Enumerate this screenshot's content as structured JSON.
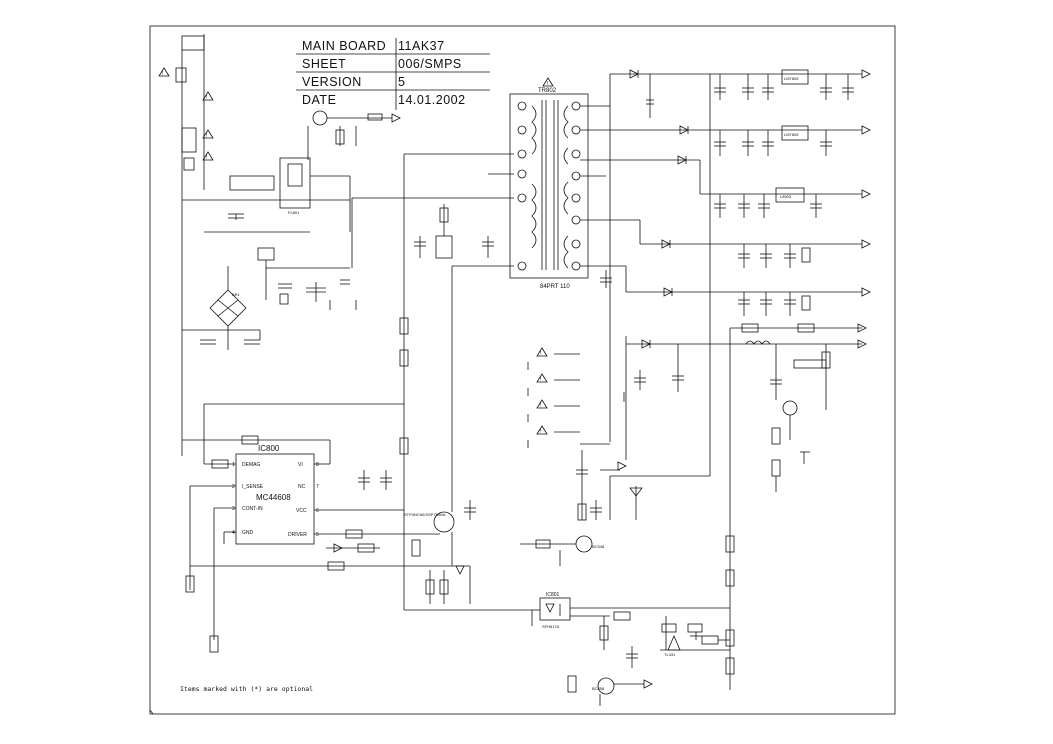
{
  "title_block": {
    "rows": [
      {
        "key": "MAIN BOARD",
        "value": "11AK37"
      },
      {
        "key": "SHEET",
        "value": "006/SMPS"
      },
      {
        "key": "VERSION",
        "value": "5"
      },
      {
        "key": "DATE",
        "value": "14.01.2002"
      }
    ]
  },
  "labels": {
    "transformer": "TR802",
    "transformer_part": "84PRT 110",
    "controller": "IC800",
    "controller_part": "MC44608",
    "optocoupler": "IC801",
    "optocoupler_part": "SFH617A",
    "controller_pins": {
      "demag": "DEMAG",
      "isense": "I_SENSE",
      "contin": "CONT-IN",
      "gnd": "GND",
      "vi": "VI",
      "vcc": "VCC",
      "driver": "DRIVER",
      "nc": "NC"
    },
    "pin_numbers": [
      "1",
      "2",
      "3",
      "4",
      "8",
      "7",
      "6",
      "5"
    ],
    "mosfet": "STP4NC60/SSP7N60A",
    "bc_transistor_1": "BC548",
    "bc_transistor_2": "BC858",
    "reg_1": "LM7805",
    "reg_2": "LM7805",
    "reg_3": "L8903",
    "zener": "TL431",
    "fuse": "FL801",
    "bridge": "BR1"
  },
  "footnote": "Items marked with (*) are optional",
  "colors": {
    "ink": "#111111",
    "background": "#ffffff"
  }
}
